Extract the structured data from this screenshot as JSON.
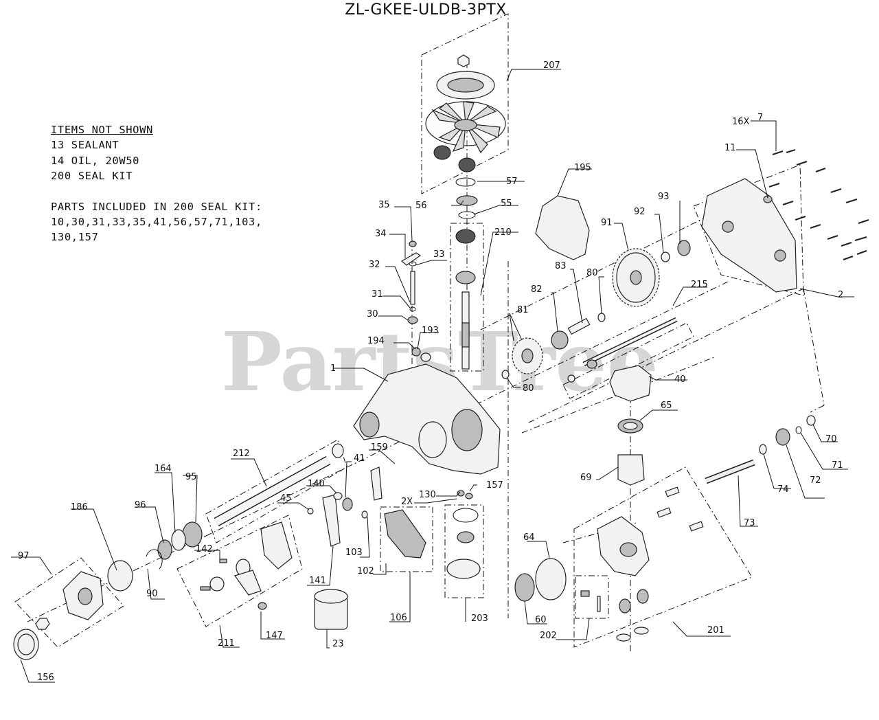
{
  "title": "ZL-GKEE-ULDB-3PTX",
  "watermark": "PartsTree",
  "notes": {
    "heading": "ITEMS NOT SHOWN",
    "not_shown": [
      "13 SEALANT",
      "14 OIL, 20W50",
      "200 SEAL KIT"
    ],
    "seal_kit_heading": "PARTS INCLUDED IN 200 SEAL KIT:",
    "seal_kit_lines": [
      "10,30,31,33,35,41,56,57,71,103,",
      "130,157"
    ]
  },
  "callouts": {
    "c207": "207",
    "c57": "57",
    "c56": "56",
    "c55": "55",
    "c210": "210",
    "c195": "195",
    "c35": "35",
    "c34": "34",
    "c33": "33",
    "c32": "32",
    "c31": "31",
    "c30": "30",
    "c193": "193",
    "c194": "194",
    "c1": "1",
    "c16x": "16X",
    "c7": "7",
    "c11": "11",
    "c93": "93",
    "c92": "92",
    "c91": "91",
    "c83": "83",
    "c80a": "80",
    "c82": "82",
    "c81": "81",
    "c80b": "80",
    "c215": "215",
    "c2": "2",
    "c40": "40",
    "c65": "65",
    "c70": "70",
    "c71": "71",
    "c72": "72",
    "c74": "74",
    "c73": "73",
    "c69": "69",
    "c212": "212",
    "c164": "164",
    "c95": "95",
    "c41": "41",
    "c159": "159",
    "c140": "140",
    "c45": "45",
    "c130": "130",
    "c2x": "2X",
    "c157": "157",
    "c186": "186",
    "c96": "96",
    "c97": "97",
    "c142": "142",
    "c90": "90",
    "c103": "103",
    "c102": "102",
    "c141": "141",
    "c64": "64",
    "c60": "60",
    "c202": "202",
    "c201": "201",
    "c106": "106",
    "c203": "203",
    "c147": "147",
    "c211": "211",
    "c23": "23",
    "c156": "156"
  }
}
